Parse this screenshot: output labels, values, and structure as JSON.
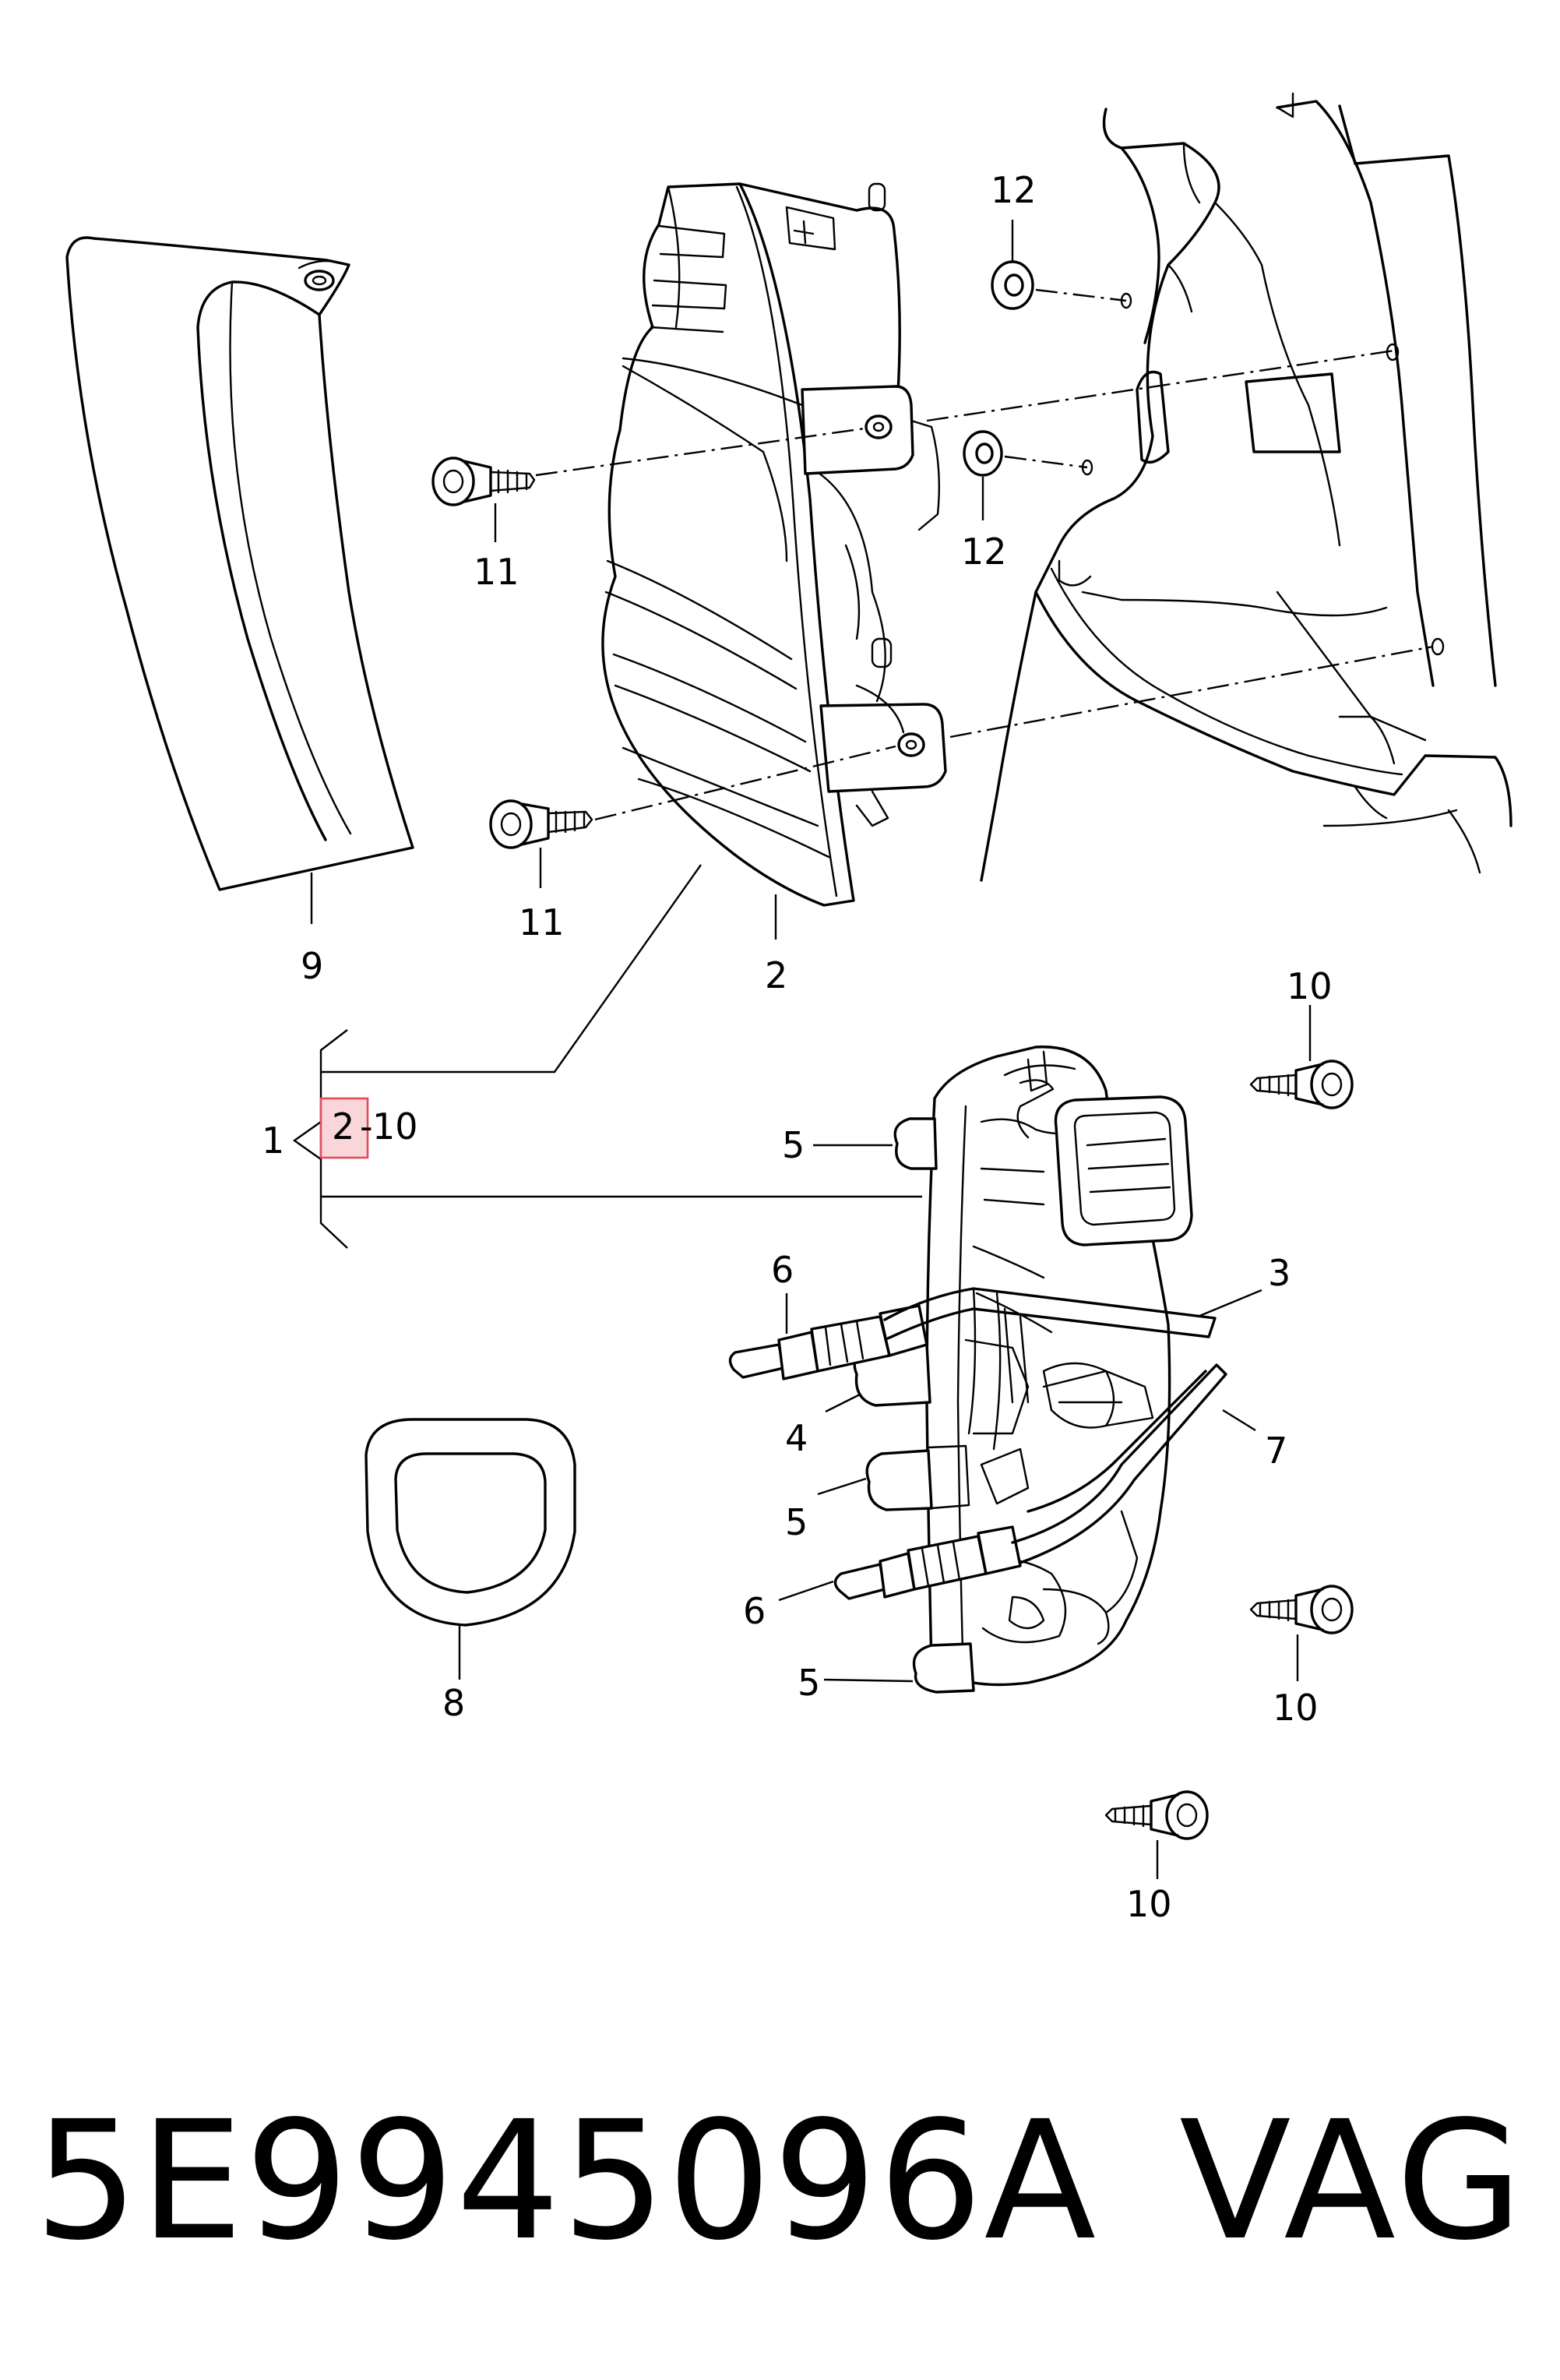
{
  "callouts": {
    "c1": "1",
    "c2_top": "2",
    "c2_box": "2",
    "c3": "3",
    "c4": "4",
    "c5_top": "5",
    "c5_mid": "5",
    "c5_bot": "5",
    "c6_top": "6",
    "c6_bot": "6",
    "c7": "7",
    "c8": "8",
    "c9": "9",
    "c10_a": "10",
    "c10_b": "10",
    "c10_c": "10",
    "c11_a": "11",
    "c11_b": "11",
    "c12_a": "12",
    "c12_b": "12",
    "range_sep": "-",
    "range_end": "10"
  },
  "footer": {
    "part_number": "5E9945096A",
    "brand": "VAG"
  },
  "colors": {
    "line": "#000000",
    "highlight_fill": "#f9d6da",
    "highlight_stroke": "#e34b5b"
  }
}
